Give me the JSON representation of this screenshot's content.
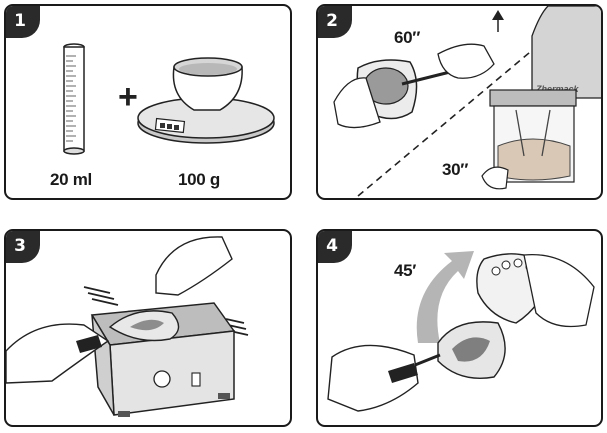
{
  "steps": [
    {
      "number": "1",
      "labels": {
        "volume": "20 ml",
        "weight": "100 g"
      },
      "plus": "+"
    },
    {
      "number": "2",
      "labels": {
        "mix_time": "60″",
        "vacuum_time": "30″"
      },
      "brand": "Zhermack"
    },
    {
      "number": "3"
    },
    {
      "number": "4",
      "labels": {
        "set_time": "45′"
      }
    }
  ]
}
